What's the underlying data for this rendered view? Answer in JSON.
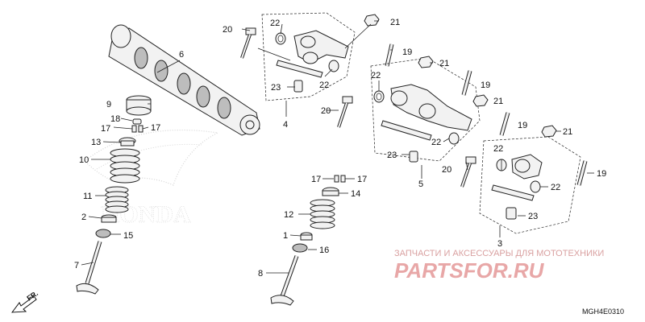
{
  "diagram_code": "MGH4E0310",
  "direction_label": "FR.",
  "watermark": {
    "caption": "ЗАПЧАСТИ И АКСЕССУАРЫ ДЛЯ МОТОТЕХНИКИ",
    "brand": "PARTSFOR.RU"
  },
  "logo": {
    "text": "HONDA"
  },
  "callouts": {
    "n1": "1",
    "n2": "2",
    "n3": "3",
    "n4": "4",
    "n5": "5",
    "n6": "6",
    "n7": "7",
    "n8": "8",
    "n9": "9",
    "n10": "10",
    "n11": "11",
    "n12": "12",
    "n13": "13",
    "n14": "14",
    "n15": "15",
    "n16": "16",
    "n17": "17",
    "n18": "18",
    "n19": "19",
    "n20": "20",
    "n21": "21",
    "n22": "22",
    "n23": "23"
  }
}
